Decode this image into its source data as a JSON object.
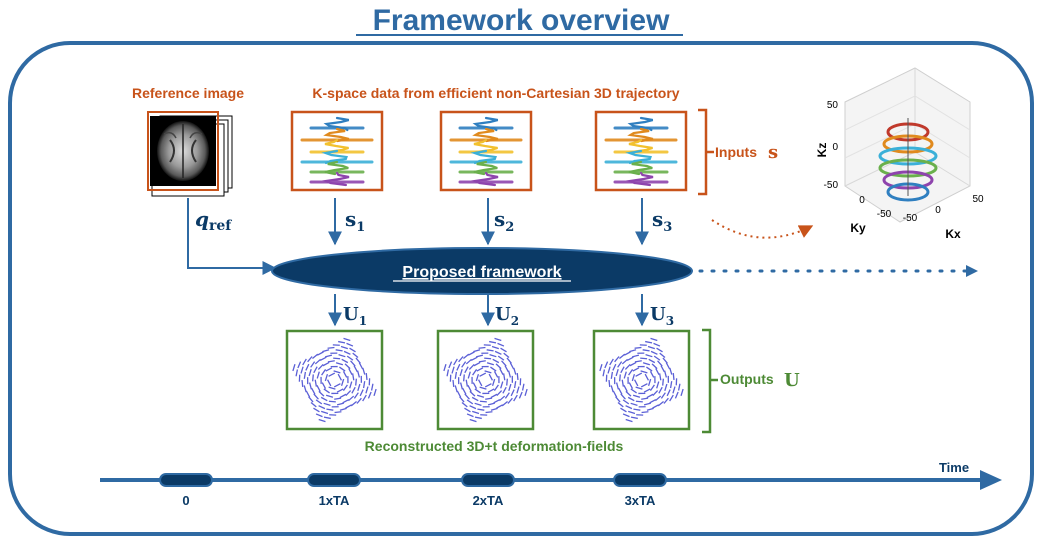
{
  "title": "Framework overview",
  "reference_label": "Reference image",
  "kspace_label": "K-space data from efficient non-Cartesian 3D trajectory",
  "inputs": {
    "label": "Inputs",
    "symbol": "s"
  },
  "outputs": {
    "label": "Outputs",
    "symbol": "U"
  },
  "framework_label": "Proposed framework",
  "qref": {
    "base": "q",
    "sub": "ref"
  },
  "s_labels": [
    {
      "base": "s",
      "sub": "1"
    },
    {
      "base": "s",
      "sub": "2"
    },
    {
      "base": "s",
      "sub": "3"
    }
  ],
  "u_labels": [
    {
      "base": "U",
      "sub": "1"
    },
    {
      "base": "U",
      "sub": "2"
    },
    {
      "base": "U",
      "sub": "3"
    }
  ],
  "deformation_label": "Reconstructed 3D+t deformation-fields",
  "timeline": {
    "axis_label": "Time",
    "ticks": [
      "0",
      "1xTA",
      "2xTA",
      "3xTA"
    ]
  },
  "plot3d": {
    "axis_labels": {
      "z": "Kz",
      "y": "Ky",
      "x": "Kx"
    },
    "z_ticks": [
      "50",
      "0",
      "-50"
    ],
    "y_ticks": [
      "0",
      "-50"
    ],
    "x_ticks": [
      "-50",
      "0",
      "50"
    ],
    "right_tick": "50"
  },
  "colors": {
    "accent_blue": "#2f6aa3",
    "dark_navy": "#0b3a66",
    "orange": "#c8531a",
    "green": "#4d8a35",
    "field_blue": "#5a5fd6"
  }
}
